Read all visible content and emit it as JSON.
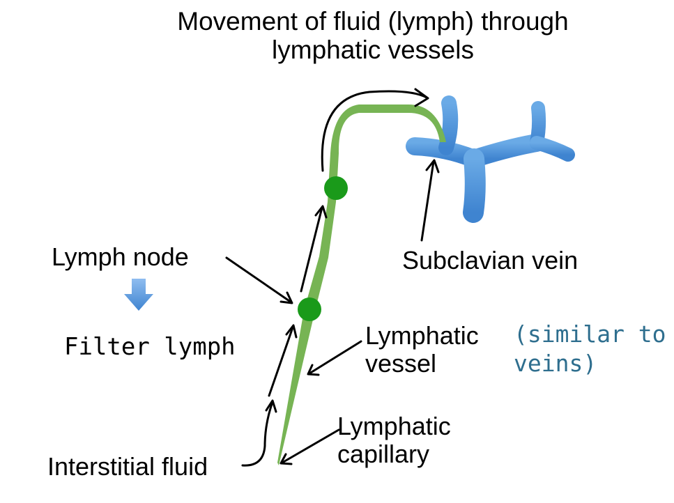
{
  "title": {
    "line1": "Movement of fluid (lymph) through",
    "line2": "lymphatic vessels"
  },
  "labels": {
    "lymph_node": "Lymph node",
    "filter_lymph": "Filter lymph",
    "subclavian_vein": "Subclavian vein",
    "lymphatic_vessel_line1": "Lymphatic",
    "lymphatic_vessel_line2": "vessel",
    "similar_line1": "(similar to",
    "similar_line2": "veins)",
    "lymphatic_capillary_line1": "Lymphatic",
    "lymphatic_capillary_line2": "capillary",
    "interstitial_fluid": "Interstitial fluid"
  },
  "colors": {
    "vessel": "#77b454",
    "node": "#1a9a1a",
    "vein": "#4a90d9",
    "note_text": "#2e6e8e",
    "arrow": "#000000",
    "down_arrow": "#5b9bd5"
  }
}
